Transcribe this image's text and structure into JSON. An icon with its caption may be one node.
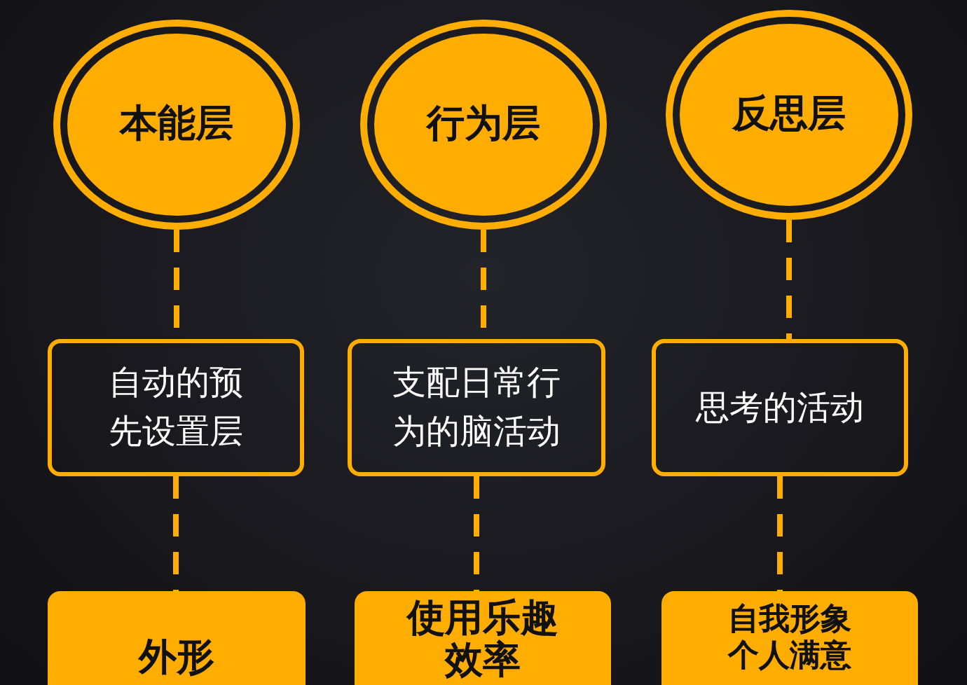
{
  "diagram": {
    "nodes": [
      {
        "text": [
          "本能层"
        ]
      },
      {
        "text": [
          "行为层"
        ]
      },
      {
        "text": [
          "反思层"
        ]
      },
      {
        "text": [
          "自动的预先设置层"
        ]
      },
      {
        "text": [
          "支配日常行为的脑活动"
        ]
      },
      {
        "text": [
          "思考的活动"
        ]
      },
      {
        "text": [
          "外形"
        ]
      },
      {
        "text": [
          "使用乐趣效率"
        ]
      },
      {
        "text": [
          "自我形象个人满意"
        ]
      }
    ],
    "edges": [
      {
        "from": 0,
        "to": 3,
        "arrow": "none",
        "style": "dashed"
      },
      {
        "from": 3,
        "to": 6,
        "arrow": "none",
        "style": "dashed"
      },
      {
        "from": 1,
        "to": 4,
        "arrow": "none",
        "style": "dashed"
      },
      {
        "from": 4,
        "to": 7,
        "arrow": "none",
        "style": "dashed"
      },
      {
        "from": 2,
        "to": 5,
        "arrow": "none",
        "style": "dashed"
      },
      {
        "from": 5,
        "to": 8,
        "arrow": "none",
        "style": "dashed"
      }
    ]
  }
}
